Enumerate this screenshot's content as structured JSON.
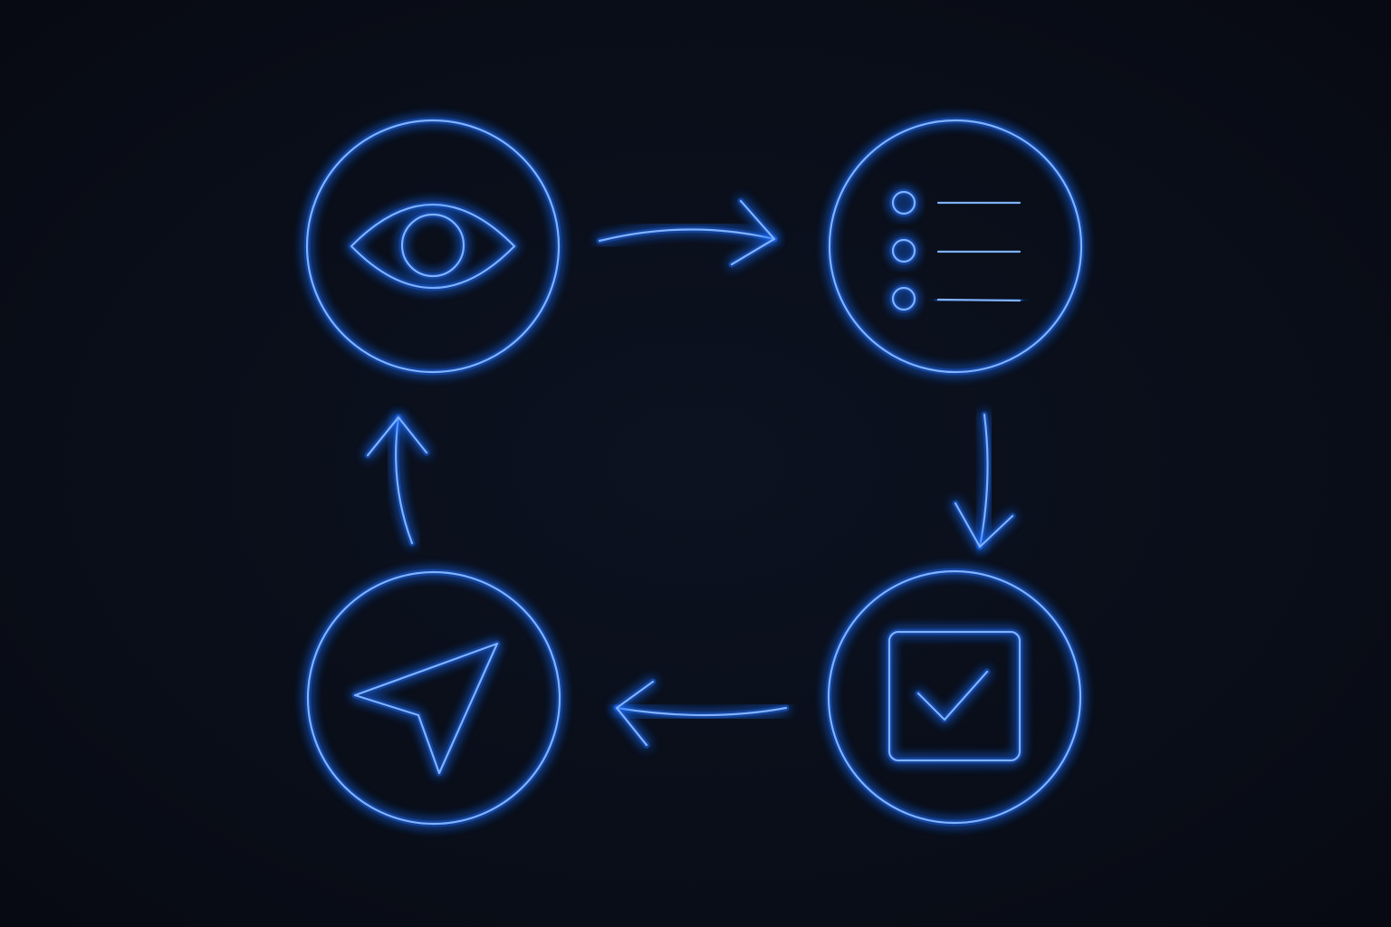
{
  "colors": {
    "background": "#0a0f1a",
    "neon": "#1f6dff",
    "neon_core": "#7fb2ff"
  },
  "nodes": [
    {
      "id": "observe",
      "icon": "eye-icon"
    },
    {
      "id": "plan",
      "icon": "bulleted-list-icon"
    },
    {
      "id": "verify",
      "icon": "checkbox-checked-icon"
    },
    {
      "id": "act",
      "icon": "cursor-arrow-icon"
    }
  ],
  "edges": [
    {
      "from": "observe",
      "to": "plan",
      "icon": "arrow-right-icon"
    },
    {
      "from": "plan",
      "to": "verify",
      "icon": "arrow-down-icon"
    },
    {
      "from": "verify",
      "to": "act",
      "icon": "arrow-left-icon"
    },
    {
      "from": "act",
      "to": "observe",
      "icon": "arrow-up-icon"
    }
  ]
}
